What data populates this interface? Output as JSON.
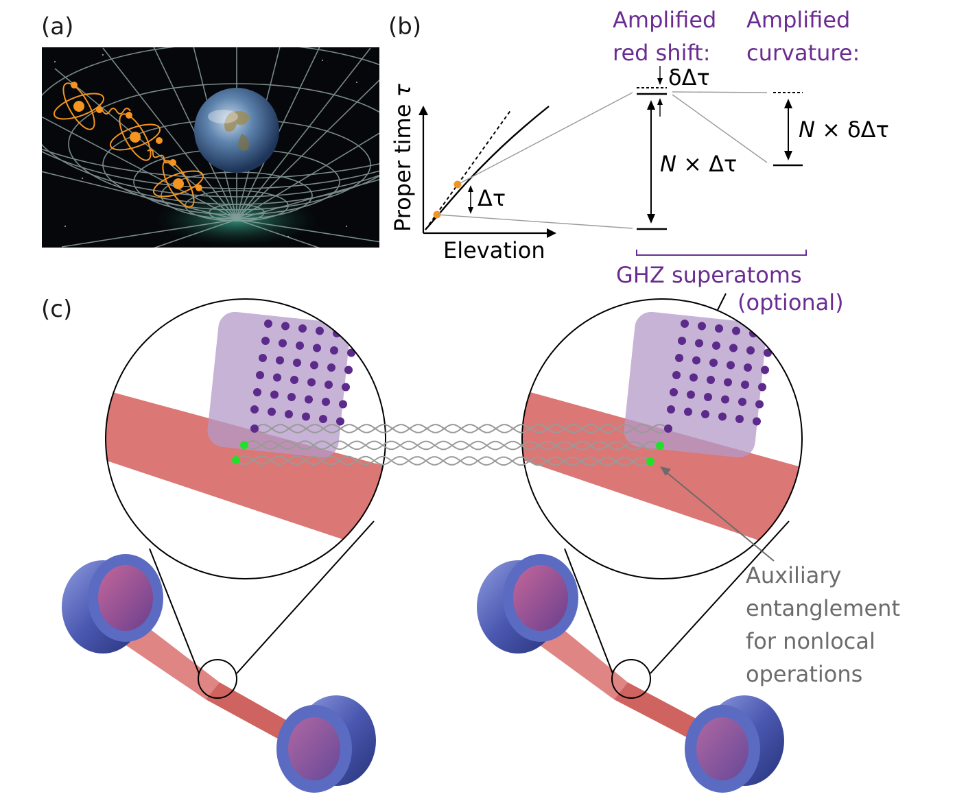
{
  "panels": {
    "a": "(a)",
    "b": "(b)",
    "c": "(c)"
  },
  "plot": {
    "xlabel": "Elevation",
    "ylabel_text": "Proper time ",
    "ylabel_symbol": "τ",
    "delta_tau": "Δτ"
  },
  "levels": {
    "red_shift_line1": "Amplified",
    "red_shift_line2": "red shift:",
    "curvature_line1": "Amplified",
    "curvature_line2": "curvature:",
    "delta_delta_tau": "δΔτ",
    "n_delta_tau_N": "N",
    "n_delta_tau_rest": " × Δτ",
    "n_delta_delta_tau_N": "N",
    "n_delta_delta_tau_rest": " × δΔτ"
  },
  "ghz": {
    "line1": "GHZ superatoms",
    "line2": "(optional)"
  },
  "auxiliary": {
    "line1": "Auxiliary",
    "line2": "entanglement",
    "line3": "for nonlocal",
    "line4": "operations"
  },
  "colors": {
    "purple_text": "#6a2c91",
    "orange_atom": "#f5951f",
    "beam_red": "#d9706e",
    "atom_green": "#22e02a",
    "atom_purple": "#5b2a8a",
    "lens_blue": "#4a58b0"
  }
}
